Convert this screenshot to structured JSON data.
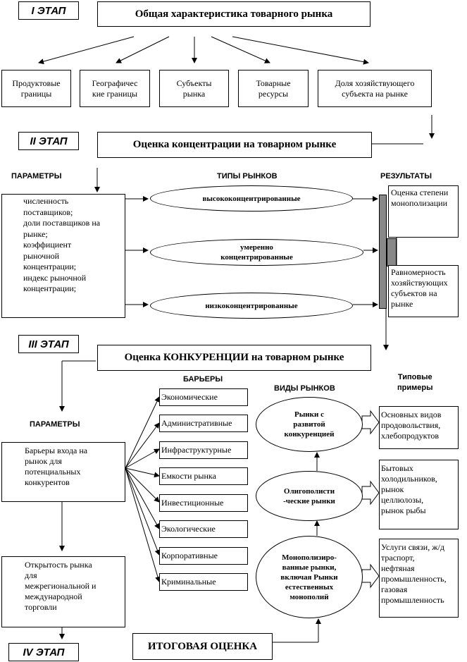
{
  "stage1": {
    "label": "I ЭТАП",
    "title": "Общая характеристика товарного рынка",
    "items": [
      "Продуктовые\nграницы",
      "Географичес\nкие границы",
      "Субъекты\nрынка",
      "Товарные\nресурсы",
      "Доля хозяйствующего\nсубъекта на рынке"
    ]
  },
  "stage2": {
    "label": "II ЭТАП",
    "title": "Оценка концентрации на товарном рынке",
    "params_header": "ПАРАМЕТРЫ",
    "types_header": "ТИПЫ РЫНКОВ",
    "results_header": "РЕЗУЛЬТАТЫ",
    "params_text": "численность\nпоставщиков;\nдоли поставщиков на\nрынке;\nкоэффициент\nрыночной\nконцентрации;\nиндекс рыночной\nконцентрации;",
    "types": [
      "высококонцентрированные",
      "умеренно\nконцентрированные",
      "низкоконцентрированные"
    ],
    "results": [
      "Оценка степени\nмонополизации",
      "Равномерность\nхозяйствующих\nсубъектов на\nрынке"
    ]
  },
  "stage3": {
    "label": "III ЭТАП",
    "title": "Оценка КОНКУРЕНЦИИ на товарном рынке",
    "params_header": "ПАРАМЕТРЫ",
    "barriers_header": "БАРЬЕРЫ",
    "kinds_header": "ВИДЫ РЫНКОВ",
    "examples_header": "Типовые\nпримеры",
    "param1": "Барьеры входа на\nрынок для\nпотенциальных\nконкурентов",
    "param2": "Открытость рынка\nдля\nмежрегиональной и\nмеждународной\nторговли",
    "barriers": [
      "Экономические",
      "Административные",
      "Инфраструктурные",
      "Емкости рынка",
      "Инвестиционные",
      "Экологические",
      "Корпоративные",
      "Криминальные"
    ],
    "kinds": [
      "Рынки с\nразвитой\nконкуренцией",
      "Олигополисти\n-ческие рынки",
      "Монополизиро-\nванные рынки,\nвключая Рынки\nестественных\nмонополий"
    ],
    "examples": [
      "Основных видов\nпродовольствия,\nхлебопродуктов",
      "Бытовых\nхолодильников,\nрынок\nцеллюлозы,\nрынок рыбы",
      "Услуги связи, ж/д\nтраспорт,\nнефтяная\nпромышленность,\nгазовая\nпромышленность"
    ]
  },
  "stage4": {
    "label": "IV ЭТАП",
    "title": "ИТОГОВАЯ ОЦЕНКА"
  }
}
